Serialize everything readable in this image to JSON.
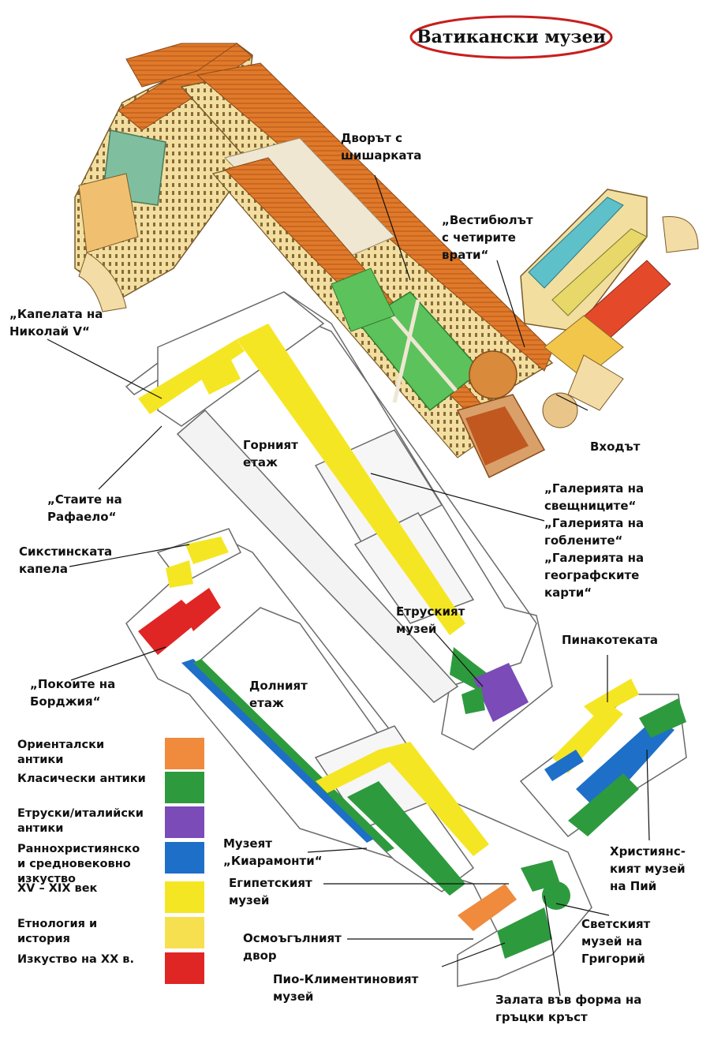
{
  "title": "Ватикански   музеи",
  "colors": {
    "oriental": "#f08a3c",
    "classical": "#2e9a3e",
    "etruscan": "#7b4bb8",
    "christian": "#1e6fc8",
    "xv_xix": "#f5e624",
    "ethnology": "#f7e050",
    "xx": "#e02525",
    "roof": "#e07a2a",
    "wall": "#f2dfa0",
    "outline": "#6a6a6a",
    "title_ellipse": "#c81e1e"
  },
  "labels": {
    "courtyard_pinecone": "Дворът с\nшишарката",
    "vestibule": "„Вестибюлът\nс четирите\nврати“",
    "nicholas_chapel": "„Капелата на\nНиколай V“",
    "upper_floor": "Горният\nетаж",
    "entrance": "Входът",
    "raphael_rooms": "„Стаите на\nРафаело“",
    "galleries": "„Галерията на\nсвещниците“\n„Галерията на\nгоблените“\n„Галерията на\nгеографските\nкарти“",
    "sistine": "Сикстинската\nкапела",
    "etruscan_museum": "Етруският\nмузей",
    "pinacoteca": "Пинакотеката",
    "borgia": "„Покоите на\nБорджия“",
    "lower_floor": "Долният\nетаж",
    "chiaramonti": "Музеят\n„Киарамонти“",
    "egyptian": "Египетският\nмузей",
    "christian_museum": "Християнс-\nкият музей\nна Пий",
    "gregorian": "Светският\nмузей на\nГригорий",
    "octagonal": "Осмоъгълният\nдвор",
    "pio_clementino": "Пио-Климентиновият\nмузей",
    "greek_cross": "Залата във форма на\nгръцки кръст"
  },
  "legend": [
    {
      "label": "Ориенталски\nантики",
      "color": "#f08a3c"
    },
    {
      "label": "Класически антики",
      "color": "#2e9a3e"
    },
    {
      "label": "Етруски/италийски\nантики",
      "color": "#7b4bb8"
    },
    {
      "label": "Раннохристиянско\nи средновековно\nизкуство",
      "color": "#1e6fc8"
    },
    {
      "label": "XV – XIX век",
      "color": "#f5e624"
    },
    {
      "label": "Етнология и\nистория",
      "color": "#f7e050"
    },
    {
      "label": "Изкуство на XX в.",
      "color": "#e02525"
    }
  ]
}
